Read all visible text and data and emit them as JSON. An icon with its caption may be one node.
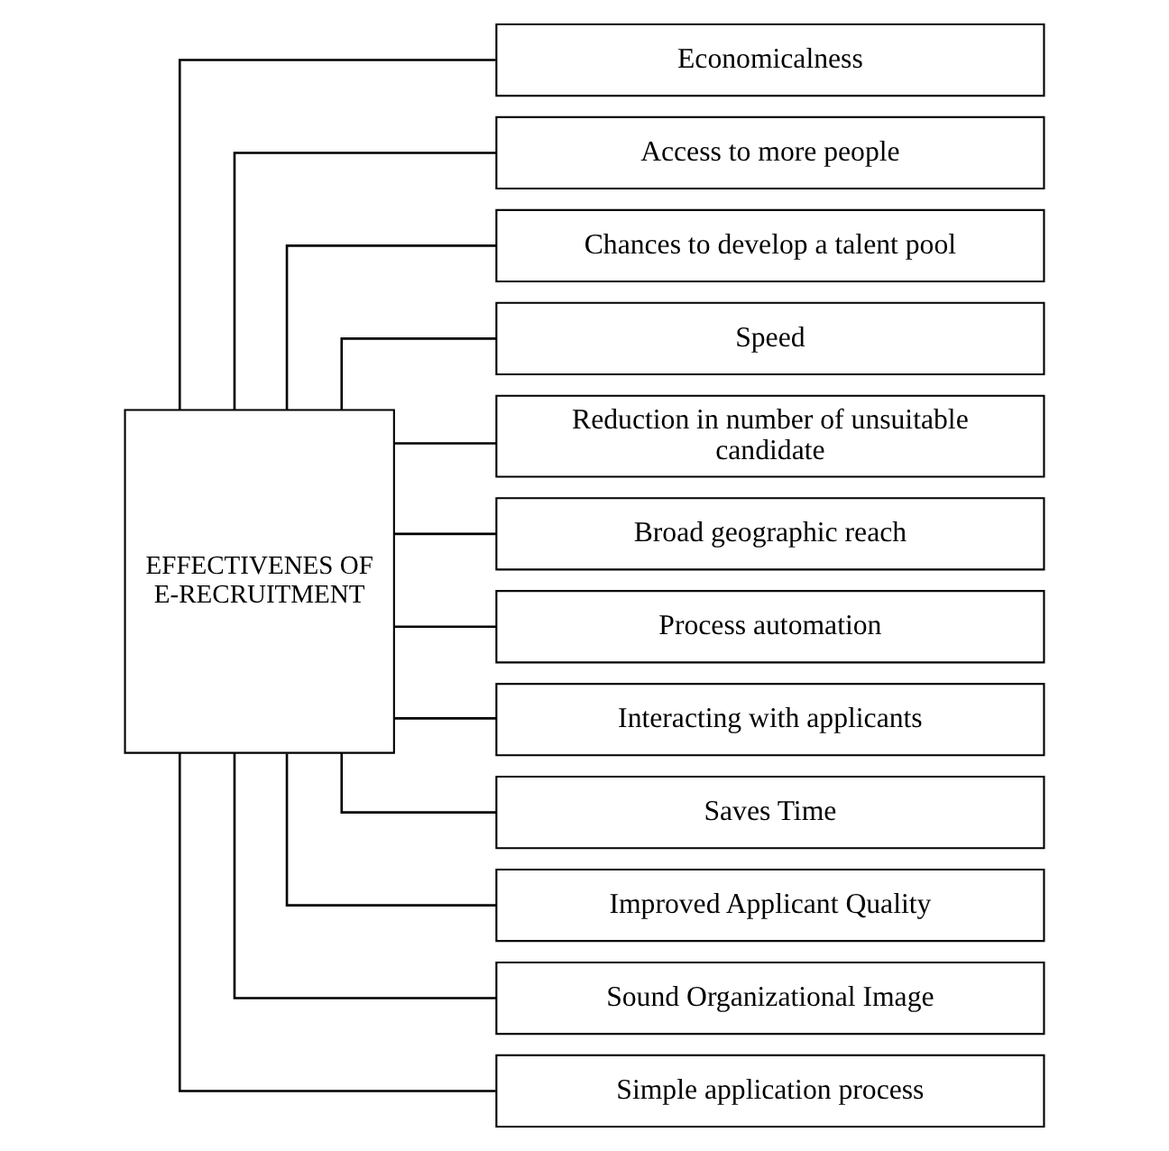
{
  "diagram": {
    "nodes": [
      {
        "text": [
          "EFFECTIVENES OF E-RECRUITMENT"
        ]
      },
      {
        "text": [
          "Economicalness"
        ]
      },
      {
        "text": [
          "Access to more people"
        ]
      },
      {
        "text": [
          "Chances to develop a talent pool"
        ]
      },
      {
        "text": [
          "Speed"
        ]
      },
      {
        "text": [
          "Reduction in number of unsuitable candidate"
        ]
      },
      {
        "text": [
          "Broad geographic reach"
        ]
      },
      {
        "text": [
          "Process automation"
        ]
      },
      {
        "text": [
          "Interacting with applicants"
        ]
      },
      {
        "text": [
          "Saves Time"
        ]
      },
      {
        "text": [
          "Improved Applicant Quality"
        ]
      },
      {
        "text": [
          "Sound Organizational Image"
        ]
      },
      {
        "text": [
          "Simple application process"
        ]
      }
    ],
    "edges": [
      {
        "from": 0,
        "to": 1,
        "arrow": "none"
      },
      {
        "from": 0,
        "to": 2,
        "arrow": "none"
      },
      {
        "from": 0,
        "to": 3,
        "arrow": "none"
      },
      {
        "from": 0,
        "to": 4,
        "arrow": "none"
      },
      {
        "from": 0,
        "to": 5,
        "arrow": "none"
      },
      {
        "from": 0,
        "to": 6,
        "arrow": "none"
      },
      {
        "from": 0,
        "to": 7,
        "arrow": "none"
      },
      {
        "from": 0,
        "to": 8,
        "arrow": "none"
      },
      {
        "from": 0,
        "to": 9,
        "arrow": "none"
      },
      {
        "from": 0,
        "to": 10,
        "arrow": "none"
      },
      {
        "from": 0,
        "to": 11,
        "arrow": "none"
      },
      {
        "from": 0,
        "to": 12,
        "arrow": "none"
      }
    ]
  }
}
